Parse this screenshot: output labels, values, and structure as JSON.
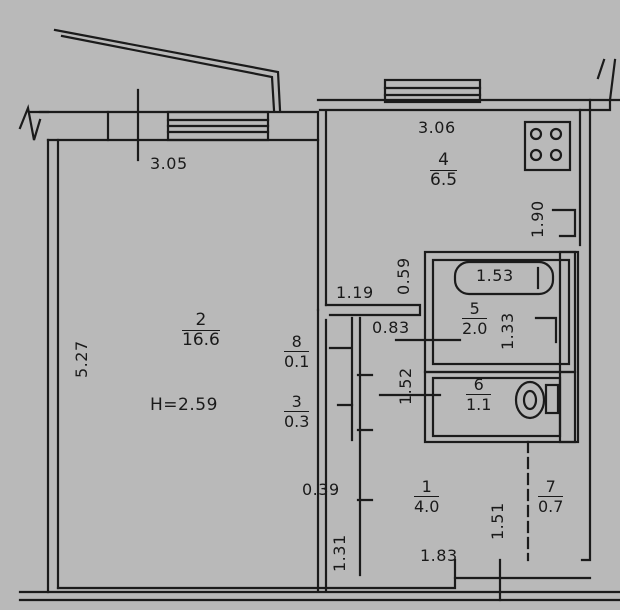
{
  "rooms": [
    {
      "number": "2",
      "area": "16.6"
    },
    {
      "number": "4",
      "area": "6.5"
    },
    {
      "number": "5",
      "area": "2.0"
    },
    {
      "number": "6",
      "area": "1.1"
    },
    {
      "number": "1",
      "area": "4.0"
    },
    {
      "number": "7",
      "area": "0.7"
    },
    {
      "number": "8",
      "area": "0.1"
    },
    {
      "number": "3",
      "area": "0.3"
    }
  ],
  "ceiling_height": "H=2.59",
  "dimensions": {
    "living_width": "3.05",
    "living_length": "5.27",
    "kitchen_width": "3.06",
    "kitchen_depth": "1.90",
    "bath_width": "1.53",
    "bath_depth": "1.33",
    "corridor_width": "1.19",
    "corridor_depth": "0.59",
    "niche_width": "0.83",
    "corridor_length": "1.52",
    "closet_width": "0.39",
    "closet_length": "1.31",
    "hall_width": "1.83",
    "hall_length": "1.51"
  }
}
